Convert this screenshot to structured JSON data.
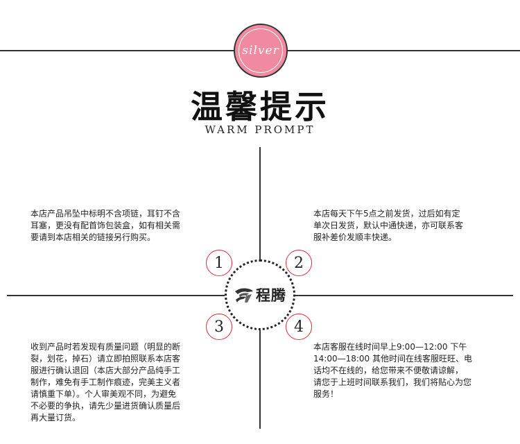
{
  "badge": {
    "text": "silver"
  },
  "heading": {
    "title": "温馨提示",
    "subtitle": "WARM PROMPT"
  },
  "center_logo": {
    "text": "程腾"
  },
  "tips": [
    {
      "number": "1",
      "text": "本店产品吊坠中标明不含项链，耳钉不含\n耳塞，更没有配首饰包装盒，如有相关需\n要请到本店相关的链接另行购买。"
    },
    {
      "number": "2",
      "text": "本店每天下午5点之前发货，过后如有定\n单次日发货，默认中通快递，亦可联系客\n服补差价发顺丰快递。"
    },
    {
      "number": "3",
      "text": "收到产品时若发现有质量问题（明显的断\n裂，划花，掉石）请立即拍照联系本店客\n服进行确认退回（本店大部分产品纯手工\n制作，难免有手工制作痕迹，完美主义者\n请慎重下单）。个人审美观不同，为避免\n不必要的争执，请先少量进货确认质量后\n再大量订货。"
    },
    {
      "number": "4",
      "text": "本店客服在线时间早上9:00—12:00  下午\n14:00—18:00 其他时间在线客服旺旺、电\n话均不在线的，给您带来不便敬请谅解，\n请您于上班时间联系我们，我们将贴心为您\n服务！"
    }
  ],
  "colors": {
    "badge": "#f08aa0",
    "number_ring": "#e0283a",
    "lines": "#333333"
  },
  "icons": [
    "logo-mark-icon"
  ]
}
